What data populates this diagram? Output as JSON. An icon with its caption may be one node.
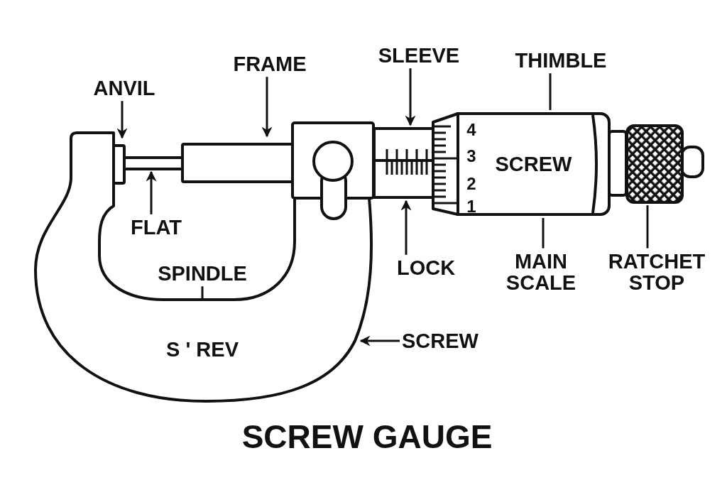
{
  "diagram": {
    "title": "SCREW GAUGE",
    "nodes": [
      {
        "text": [
          "FRAME"
        ]
      },
      {
        "text": [
          "SLEEVE"
        ]
      },
      {
        "text": [
          "THIMBLE"
        ]
      },
      {
        "text": [
          "ANVIL"
        ]
      },
      {
        "text": [
          "FLAT"
        ]
      },
      {
        "text": [
          "LOCK"
        ]
      },
      {
        "text": [
          "SPINDLE"
        ]
      },
      {
        "text": [
          "MAIN SCALE"
        ]
      },
      {
        "text": [
          "RATCHET STOP"
        ]
      },
      {
        "text": [
          "SCREW"
        ]
      },
      {
        "text": [
          "SCREW"
        ]
      }
    ],
    "edges": [
      {
        "from": 0,
        "to": null,
        "arrow": "to"
      },
      {
        "from": 1,
        "to": null,
        "arrow": "to"
      },
      {
        "from": 2,
        "to": 10,
        "arrow": "none"
      },
      {
        "from": 3,
        "to": null,
        "arrow": "to"
      },
      {
        "from": 4,
        "to": null,
        "arrow": "to"
      },
      {
        "from": 5,
        "to": null,
        "arrow": "to"
      },
      {
        "from": 6,
        "to": null,
        "arrow": "none"
      },
      {
        "from": 7,
        "to": 10,
        "arrow": "none"
      },
      {
        "from": 8,
        "to": null,
        "arrow": "none"
      },
      {
        "from": 9,
        "to": null,
        "arrow": "to"
      }
    ],
    "labels": [
      "4",
      "3",
      "2",
      "1",
      "S ' REV"
    ]
  }
}
